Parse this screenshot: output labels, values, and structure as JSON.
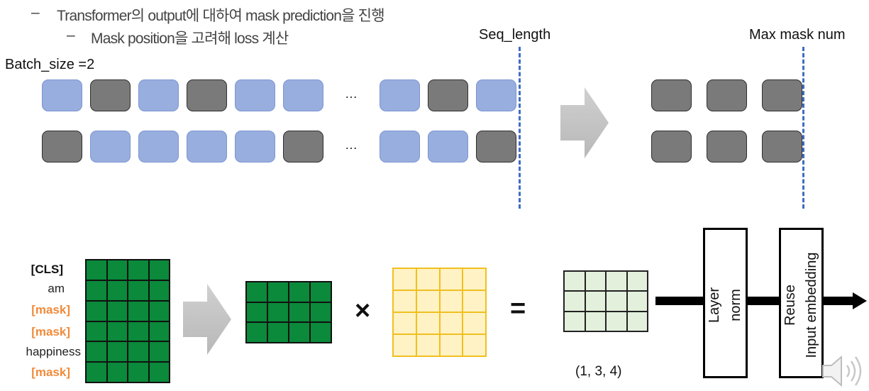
{
  "bullets": {
    "line1": "Transformer의 output에 대하여 mask prediction을 진행",
    "line2": "Mask position을 고려해 loss 계산",
    "dash": "–"
  },
  "labels": {
    "batch_size": "Batch_size  =2",
    "seq_length": "Seq_length",
    "max_mask_num": "Max mask num",
    "ellipsis": "…",
    "shape": "(1, 3, 4)"
  },
  "tokens": [
    "[CLS]",
    "am",
    "[mask]",
    "[mask]",
    "happiness",
    "[mask]"
  ],
  "operators": {
    "times": "×",
    "equals": "="
  },
  "blocks": {
    "layer_norm": [
      "Layer",
      "norm"
    ],
    "reuse": [
      "Reuse",
      "Input embedding"
    ]
  },
  "rows": {
    "row1": [
      "blue",
      "gray",
      "blue",
      "gray",
      "blue",
      "blue",
      "blue",
      "gray",
      "blue"
    ],
    "row2": [
      "gray",
      "blue",
      "blue",
      "blue",
      "blue",
      "gray",
      "blue",
      "blue",
      "gray"
    ],
    "masked1": [
      "gray",
      "gray",
      "gray"
    ],
    "masked2": [
      "gray",
      "gray",
      "gray"
    ]
  },
  "colors": {
    "blue_token": "#98aedf",
    "gray_token": "#7a7a7a",
    "green": "#0a8a3a",
    "yellow": "#fff2c4",
    "mask_text": "#f08a3a"
  }
}
